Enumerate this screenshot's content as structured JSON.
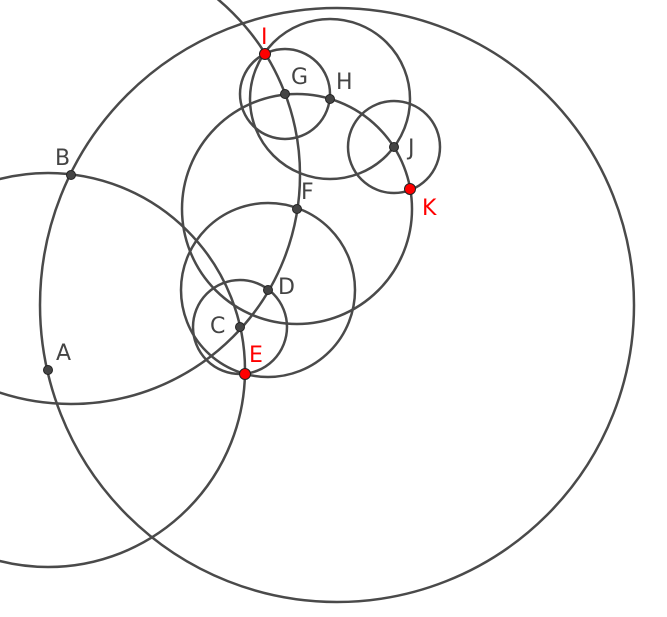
{
  "colors": {
    "stroke": "#4a4a4a",
    "point": "#444444",
    "highlight": "#ff0000",
    "label": "#444444",
    "highlight_label": "#ff0000"
  },
  "points": [
    {
      "label": "A",
      "highlight": false
    },
    {
      "label": "B",
      "highlight": false
    },
    {
      "label": "C",
      "highlight": false
    },
    {
      "label": "D",
      "highlight": false
    },
    {
      "label": "E",
      "highlight": true
    },
    {
      "label": "F",
      "highlight": false
    },
    {
      "label": "G",
      "highlight": false
    },
    {
      "label": "H",
      "highlight": false
    },
    {
      "label": "I",
      "highlight": true
    },
    {
      "label": "J",
      "highlight": false
    },
    {
      "label": "K",
      "highlight": true
    }
  ]
}
